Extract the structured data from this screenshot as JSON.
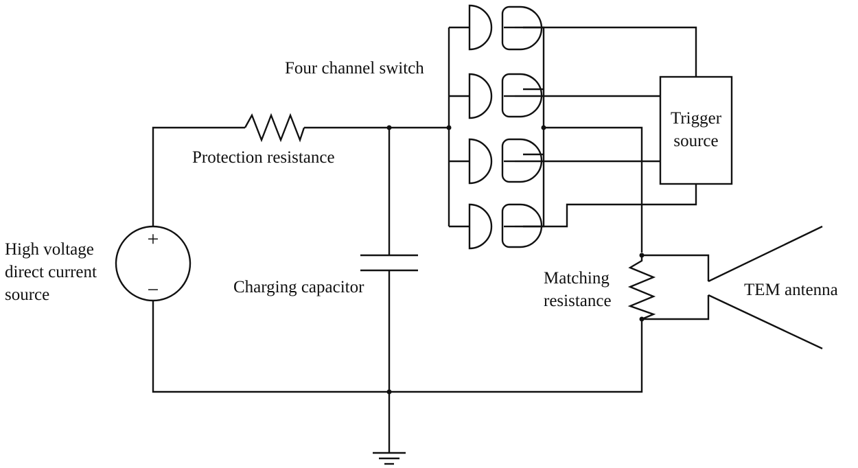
{
  "labels": {
    "source_line1": "High voltage",
    "source_line2": "direct current",
    "source_line3": "source",
    "protection": "Protection resistance",
    "capacitor": "Charging capacitor",
    "switch": "Four channel switch",
    "trigger_line1": "Trigger",
    "trigger_line2": "source",
    "matching_line1": "Matching",
    "matching_line2": "resistance",
    "antenna": "TEM antenna",
    "plus": "+",
    "minus": "−"
  },
  "switch_channels": 4
}
